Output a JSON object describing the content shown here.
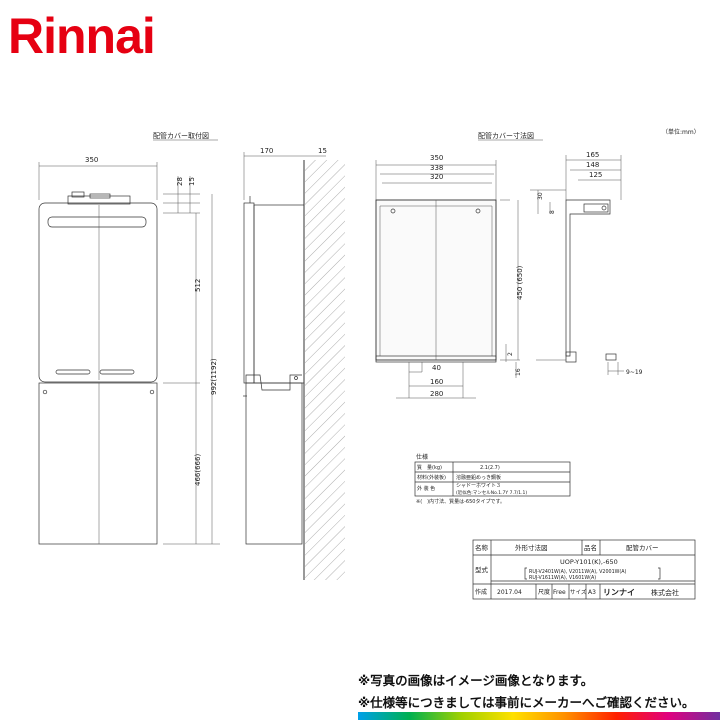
{
  "logo": {
    "text": "Rinnai",
    "color": "#e60012"
  },
  "unit": "（単位:mm）",
  "view1": {
    "title": "配管カバー取付図"
  },
  "view2": {
    "title": "配管カバー寸法図"
  },
  "dims": {
    "front_width": "350",
    "top_28": "28",
    "top_15": "15",
    "h_512": "512",
    "h_466": "466(666)",
    "h_total": "992(1192)",
    "side_170": "170",
    "side_15": "15",
    "c_350": "350",
    "c_338": "338",
    "c_320": "320",
    "c_40": "40",
    "c_160": "160",
    "c_280": "280",
    "c_450": "450 (650)",
    "c_2": "2",
    "c_16": "16",
    "s_165": "165",
    "s_148": "148",
    "s_125": "125",
    "s_30": "30",
    "s_8": "8",
    "s_9_19": "9~19"
  },
  "spec": {
    "title": "仕様",
    "rows": [
      {
        "label": "質　量(kg)",
        "value": "2.1(2.7)"
      },
      {
        "label": "材料(外装板)",
        "value": "溶融亜鉛めっき鋼板"
      },
      {
        "label": "外 装 色",
        "value": "シャドーホワイト３",
        "value2": "(近似色:マンセルNo.1.7Y 7.7/1.1)"
      }
    ],
    "footnote": "※(　)内寸法、質量は-650タイプです。"
  },
  "titleblock": {
    "name_label": "名称",
    "name_value": "外形寸法図",
    "product_label": "品名",
    "product_value": "配管カバー",
    "model_label": "型式",
    "model_value": "UOP-Y101(K),-650",
    "compat1": "RUJ-V2401W(A), V2011W(A), V2001W(A)",
    "compat2": "RUJ-V1611W(A), V1601W(A)",
    "date_label": "作成",
    "date_value": "2017.04",
    "scale_label": "尺度",
    "scale_value": "Free",
    "size_label": "サイズ",
    "size_value": "A3",
    "company_brand": "リンナイ",
    "company_suffix": "株式会社"
  },
  "notes": {
    "line1": "※写真の画像はイメージ画像となります。",
    "line2": "※仕様等につきましては事前にメーカーへご確認ください。"
  }
}
